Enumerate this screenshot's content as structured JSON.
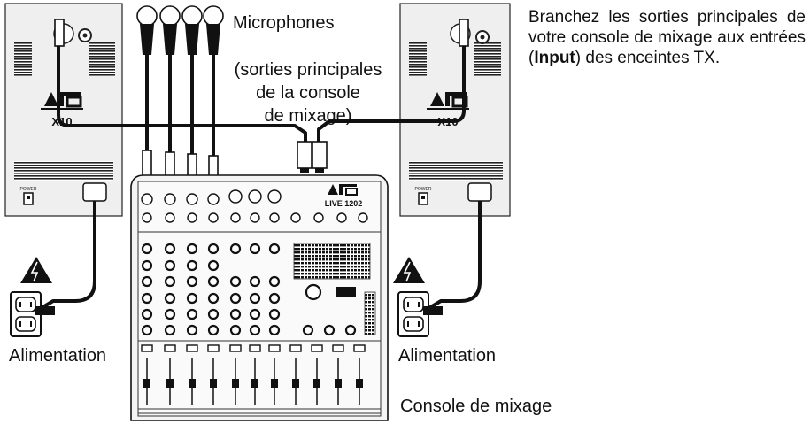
{
  "labels": {
    "microphones": "Microphones",
    "main_outs_line1": "(sorties principales",
    "main_outs_line2": "de la console",
    "main_outs_line3": "de mixage)",
    "power_left": "Alimentation",
    "power_right": "Alimentation",
    "console": "Console de mixage"
  },
  "instructions": {
    "part1": "Branchez les sorties principales de votre console de mixage aux entrées (",
    "emphasis": "Input",
    "part2": ") des enceintes TX."
  },
  "speaker_left": {
    "brand": "ALTO",
    "model": "X10",
    "switch_label": "POWER"
  },
  "speaker_right": {
    "brand": "ALTO",
    "model": "X10",
    "switch_label": "POWER"
  },
  "mixer": {
    "brand": "ALTO",
    "model": "LIVE 1202"
  }
}
